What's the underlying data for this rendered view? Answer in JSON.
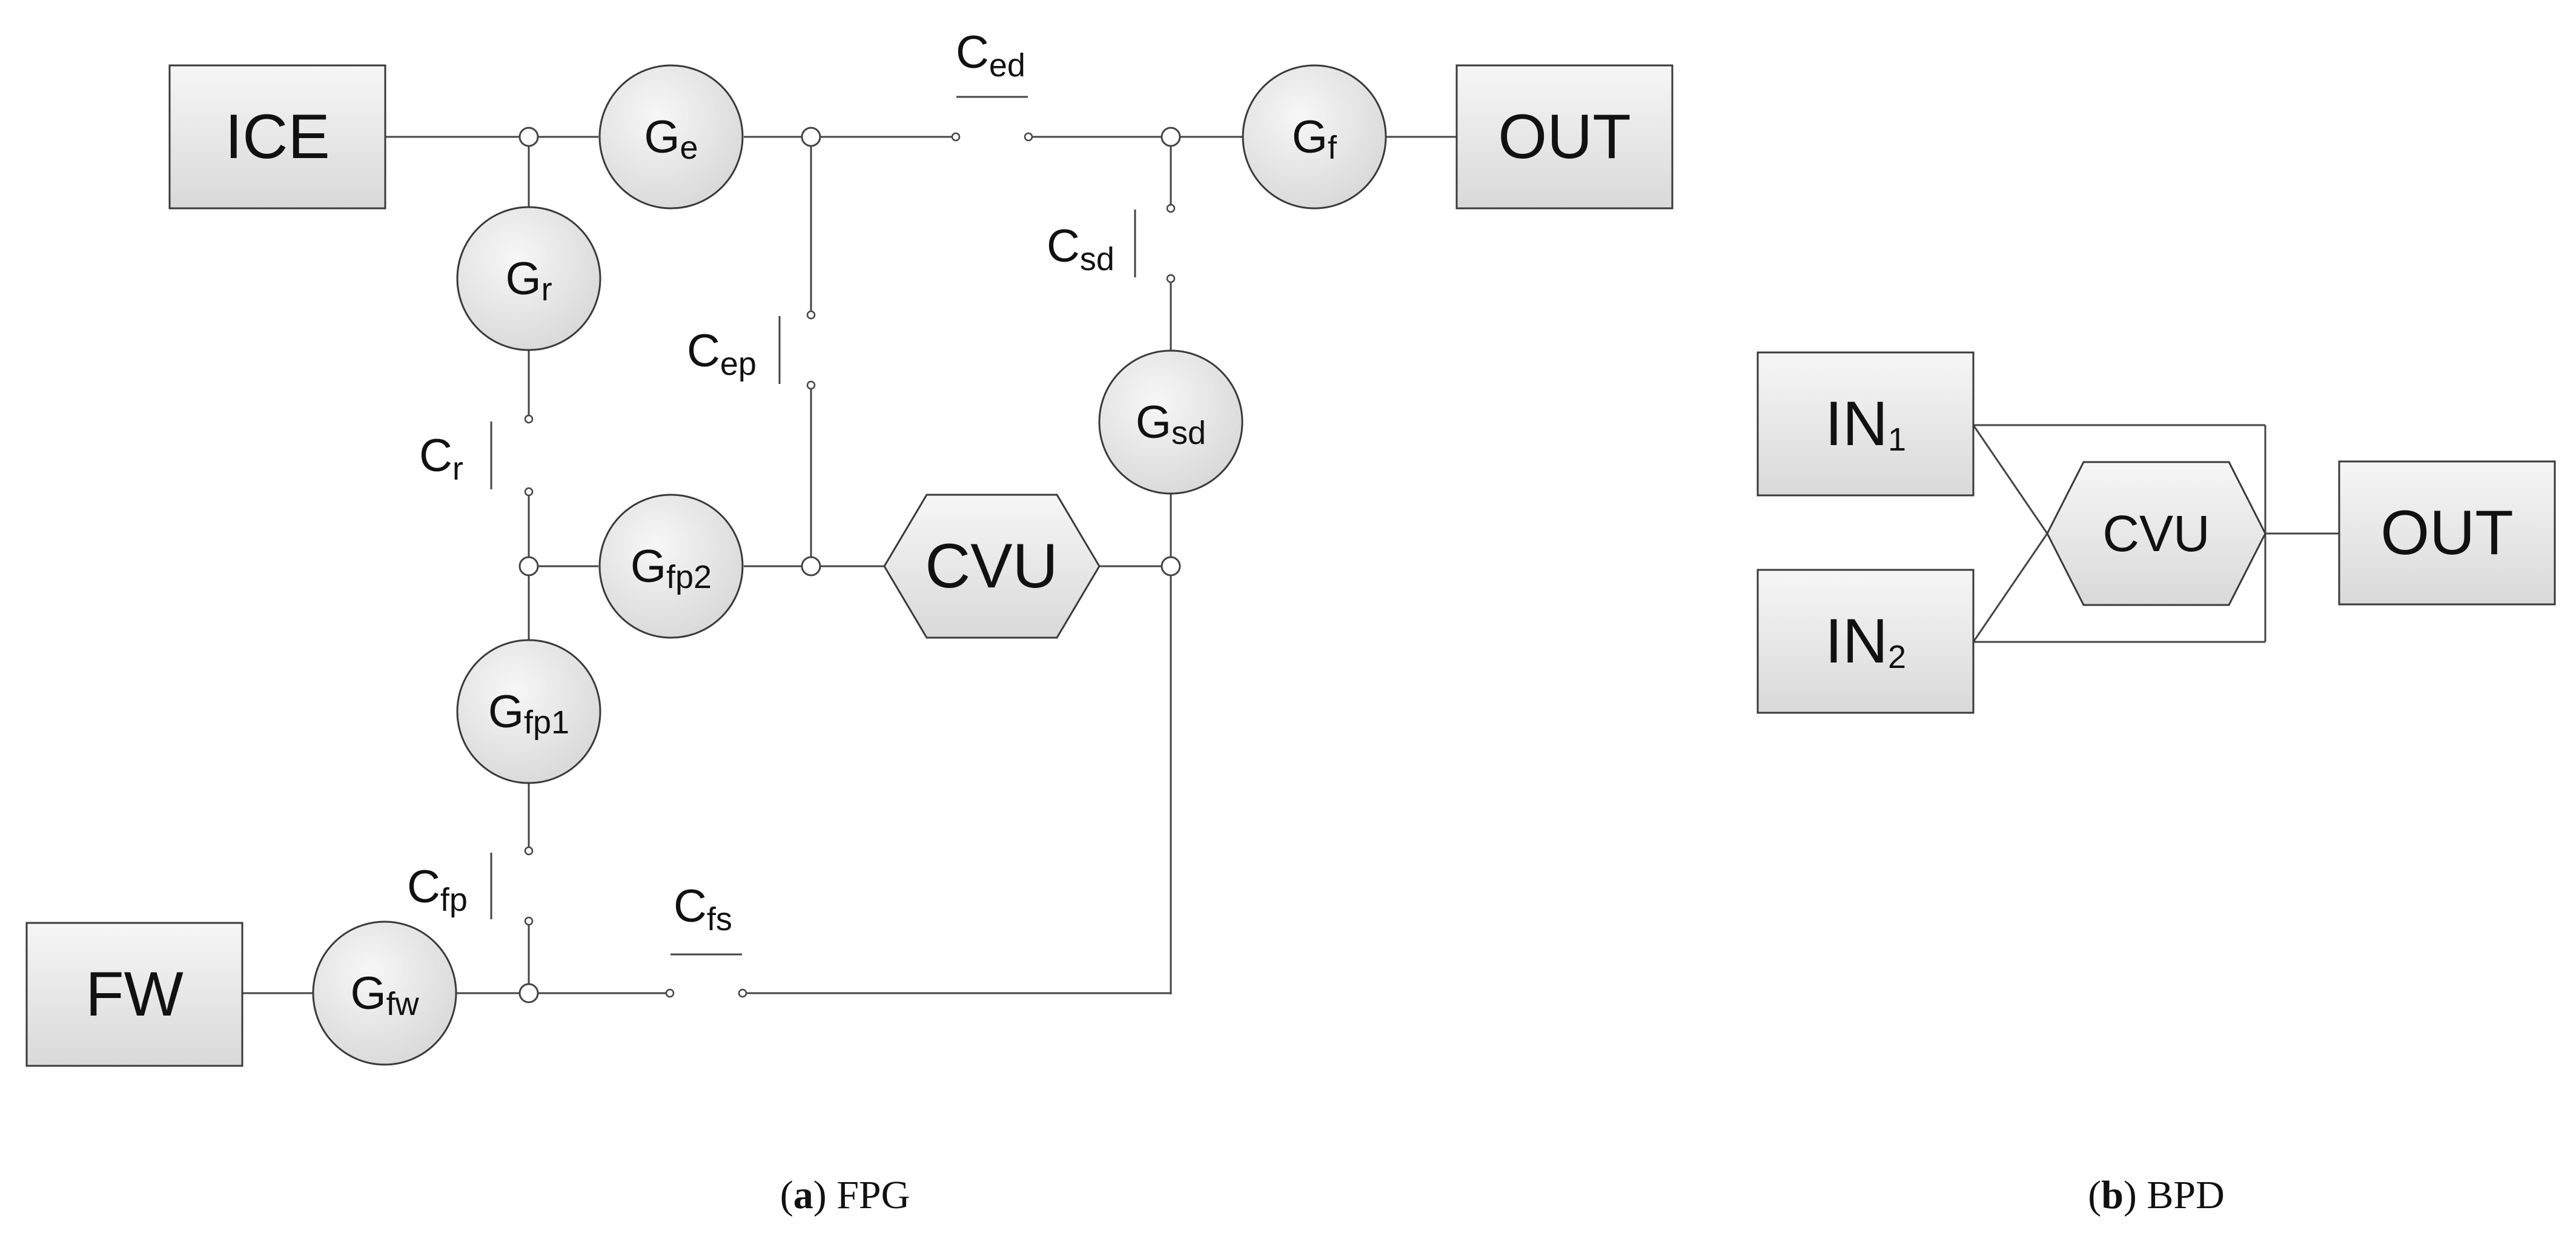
{
  "panel_a": {
    "blocks": {
      "ice": "ICE",
      "out": "OUT",
      "fw": "FW",
      "cvu": "CVU"
    },
    "gears": {
      "ge": {
        "base": "G",
        "sub": "e"
      },
      "gf": {
        "base": "G",
        "sub": "f"
      },
      "gr": {
        "base": "G",
        "sub": "r"
      },
      "gsd": {
        "base": "G",
        "sub": "sd"
      },
      "gfp2": {
        "base": "G",
        "sub": "fp2"
      },
      "gfp1": {
        "base": "G",
        "sub": "fp1"
      },
      "gfw": {
        "base": "G",
        "sub": "fw"
      }
    },
    "clutches": {
      "ced": {
        "base": "C",
        "sub": "ed"
      },
      "csd": {
        "base": "C",
        "sub": "sd"
      },
      "cep": {
        "base": "C",
        "sub": "ep"
      },
      "cr": {
        "base": "C",
        "sub": "r"
      },
      "cfp": {
        "base": "C",
        "sub": "fp"
      },
      "cfs": {
        "base": "C",
        "sub": "fs"
      }
    },
    "caption": {
      "key": "a",
      "open": "(",
      "close": ")",
      "text": " FPG"
    }
  },
  "panel_b": {
    "blocks": {
      "in1": {
        "base": "IN",
        "sub": "1"
      },
      "in2": {
        "base": "IN",
        "sub": "2"
      },
      "cvu": "CVU",
      "out": "OUT"
    },
    "caption": {
      "key": "b",
      "open": "(",
      "close": ")",
      "text": " BPD"
    }
  }
}
